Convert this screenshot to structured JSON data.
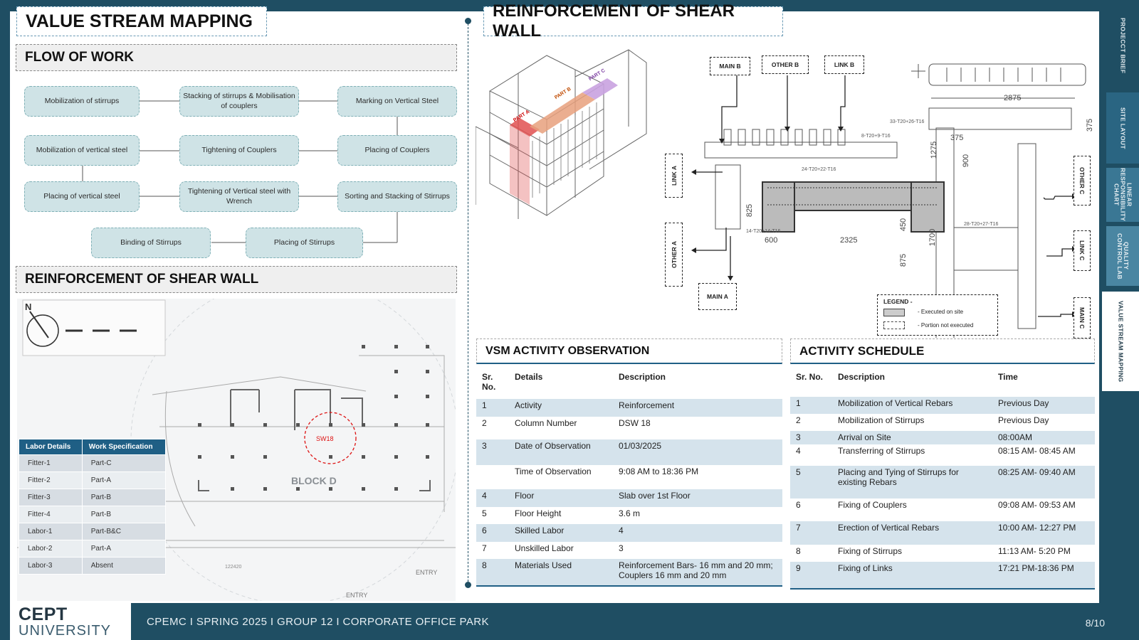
{
  "header": {
    "vsm_title": "VALUE STREAM MAPPING",
    "main_title": "REINFORCEMENT OF SHEAR WALL"
  },
  "flow": {
    "section_title": "FLOW OF WORK",
    "steps": [
      "Mobilization of stirrups",
      "Stacking of stirrups & Mobilisation of couplers",
      "Marking on Vertical Steel",
      "Mobilization of vertical steel",
      "Tightening of Couplers",
      "Placing of Couplers",
      "Placing of vertical steel",
      "Tightening of Vertical steel with Wrench",
      "Sorting and Stacking of Stirrups",
      "Binding of Stirrups",
      "Placing of Stirrups"
    ]
  },
  "site": {
    "section_title": "REINFORCEMENT OF SHEAR WALL",
    "block_label": "BLOCK D",
    "entry1": "ENTRY",
    "entry2": "ENTRY",
    "north": "N",
    "dim": "122420"
  },
  "labor_table": {
    "headers": [
      "Labor Details",
      "Work Specification"
    ],
    "rows": [
      [
        "Fitter-1",
        "Part-C"
      ],
      [
        "Fitter-2",
        "Part-A"
      ],
      [
        "Fitter-3",
        "Part-B"
      ],
      [
        "Fitter-4",
        "Part-B"
      ],
      [
        "Labor-1",
        "Part-B&C"
      ],
      [
        "Labor-2",
        "Part-A"
      ],
      [
        "Labor-3",
        "Absent"
      ]
    ]
  },
  "drawing": {
    "tags": {
      "main_b": "MAIN B",
      "other_b": "OTHER B",
      "link_b": "LINK B",
      "link_a": "LINK A",
      "other_a": "OTHER A",
      "main_a": "MAIN A",
      "other_c": "OTHER C",
      "link_c": "LINK C",
      "main_c": "MAIN C"
    },
    "dims": {
      "d2875": "2875",
      "d375a": "375",
      "d375b": "375",
      "d1275": "1275",
      "d900": "900",
      "d825": "825",
      "d450": "450",
      "d600": "600",
      "d2325": "2325",
      "d1700": "1700",
      "d875": "875"
    },
    "rebar_notes": {
      "n1": "33-T20+26-T16",
      "n2": "8-T20+9-T16",
      "n3": "24-T20+22-T16",
      "n4": "14-T20+14-T16",
      "n5": "28-T20+27-T16"
    },
    "parts": {
      "a": "PART A",
      "b": "PART B",
      "c": "PART C"
    },
    "legend": {
      "title": "LEGEND -",
      "executed": "- Executed on site",
      "not_executed": "- Portion not executed"
    }
  },
  "vsm_observation": {
    "title": "VSM ACTIVITY OBSERVATION",
    "headers": [
      "Sr. No.",
      "Details",
      "Description"
    ],
    "rows": [
      {
        "no": "1",
        "detail": "Activity",
        "desc": "Reinforcement"
      },
      {
        "no": "2",
        "detail": "Column Number",
        "desc": "DSW 18"
      },
      {
        "no": "3",
        "detail": "Date of Observation",
        "desc": "01/03/2025"
      },
      {
        "no": "",
        "detail": "Time of Observation",
        "desc": "9:08 AM to 18:36 PM"
      },
      {
        "no": "4",
        "detail": "Floor",
        "desc": "Slab over 1st Floor"
      },
      {
        "no": "5",
        "detail": "Floor Height",
        "desc": "3.6 m"
      },
      {
        "no": "6",
        "detail": "Skilled Labor",
        "desc": "4"
      },
      {
        "no": "7",
        "detail": "Unskilled Labor",
        "desc": "3"
      },
      {
        "no": "8",
        "detail": "Materials Used",
        "desc": "Reinforcement Bars- 16 mm and 20 mm; Couplers 16 mm and 20 mm"
      }
    ]
  },
  "activity_schedule": {
    "title": "ACTIVITY SCHEDULE",
    "headers": [
      "Sr. No.",
      "Description",
      "Time"
    ],
    "rows": [
      {
        "no": "1",
        "desc": "Mobilization of Vertical Rebars",
        "time": "Previous Day"
      },
      {
        "no": "2",
        "desc": "Mobilization of Stirrups",
        "time": "Previous Day"
      },
      {
        "no": "3",
        "desc": "Arrival on Site",
        "time": "08:00AM"
      },
      {
        "no": "4",
        "desc": "Transferring of Stirrups",
        "time": "08:15 AM- 08:45 AM"
      },
      {
        "no": "5",
        "desc": "Placing and Tying of Stirrups for existing Rebars",
        "time": "08:25 AM- 09:40 AM"
      },
      {
        "no": "6",
        "desc": "Fixing of Couplers",
        "time": "09:08 AM- 09:53 AM"
      },
      {
        "no": "7",
        "desc": "Erection of Vertical Rebars",
        "time": "10:00 AM- 12:27 PM"
      },
      {
        "no": "8",
        "desc": "Fixing of Stirrups",
        "time": "11:13 AM- 5:20 PM"
      },
      {
        "no": "9",
        "desc": "Fixing of Links",
        "time": "17:21 PM-18:36 PM"
      }
    ]
  },
  "side_tabs": [
    "PROJECCT BRIEF",
    "SITE LAYOUT",
    "LINEAR RESPONSIBILITY CHART",
    "QUALITY CONTROL LAB",
    "VALUE STREAM MAPPING"
  ],
  "footer": {
    "logo_line1": "CEPT",
    "logo_line2": "UNIVERSITY",
    "text": "CPEMC I SPRING 2025 I GROUP 12 I CORPORATE OFFICE PARK",
    "page": "8/10"
  }
}
